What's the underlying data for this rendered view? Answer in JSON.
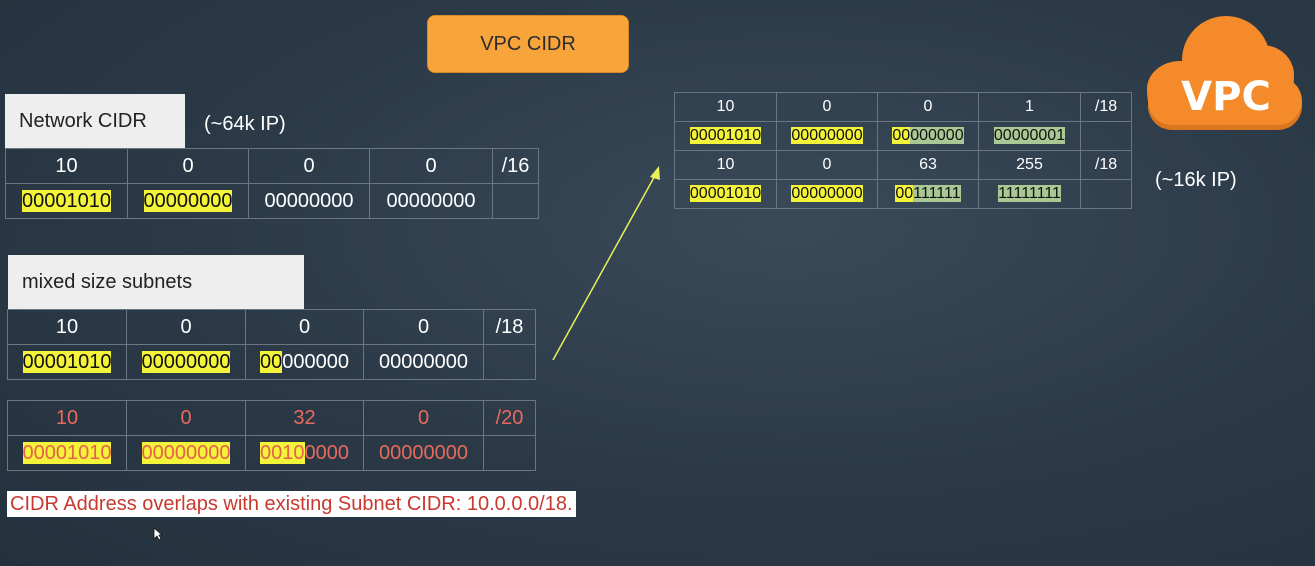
{
  "title": "VPC CIDR",
  "network": {
    "label": "Network CIDR",
    "note": "(~64k IP)",
    "rows": [
      [
        {
          "t": "10"
        },
        {
          "t": "0"
        },
        {
          "t": "0"
        },
        {
          "t": "0"
        },
        {
          "t": "/16"
        }
      ],
      [
        {
          "s": [
            {
              "t": "00001010",
              "h": "y"
            }
          ]
        },
        {
          "s": [
            {
              "t": "00000000",
              "h": "y"
            }
          ]
        },
        {
          "s": [
            {
              "t": "00000000"
            }
          ]
        },
        {
          "s": [
            {
              "t": "00000000"
            }
          ]
        },
        {
          "t": ""
        }
      ]
    ]
  },
  "mixed": {
    "label": "mixed size subnets",
    "table18": [
      [
        {
          "t": "10"
        },
        {
          "t": "0"
        },
        {
          "t": "0"
        },
        {
          "t": "0"
        },
        {
          "t": "/18"
        }
      ],
      [
        {
          "s": [
            {
              "t": "00001010",
              "h": "y"
            }
          ]
        },
        {
          "s": [
            {
              "t": "00000000",
              "h": "y"
            }
          ]
        },
        {
          "s": [
            {
              "t": "00",
              "h": "y"
            },
            {
              "t": "000000"
            }
          ]
        },
        {
          "s": [
            {
              "t": "00000000"
            }
          ]
        },
        {
          "t": ""
        }
      ]
    ],
    "table20": [
      [
        {
          "t": "10"
        },
        {
          "t": "0"
        },
        {
          "t": "32"
        },
        {
          "t": "0"
        },
        {
          "t": "/20"
        }
      ],
      [
        {
          "s": [
            {
              "t": "00001010",
              "h": "ry"
            }
          ]
        },
        {
          "s": [
            {
              "t": "00000000",
              "h": "ry"
            }
          ]
        },
        {
          "s": [
            {
              "t": "0010",
              "h": "ry"
            },
            {
              "t": "0000"
            }
          ]
        },
        {
          "s": [
            {
              "t": "00000000"
            }
          ]
        },
        {
          "t": ""
        }
      ]
    ]
  },
  "range": {
    "note": "(~16k IP)",
    "rows": [
      [
        {
          "t": "10"
        },
        {
          "t": "0"
        },
        {
          "t": "0"
        },
        {
          "t": "1"
        },
        {
          "t": "/18"
        }
      ],
      [
        {
          "s": [
            {
              "t": "00001010",
              "h": "y"
            }
          ]
        },
        {
          "s": [
            {
              "t": "00000000",
              "h": "y"
            }
          ]
        },
        {
          "s": [
            {
              "t": "00",
              "h": "y"
            },
            {
              "t": "000000",
              "h": "g"
            }
          ]
        },
        {
          "s": [
            {
              "t": "00000001",
              "h": "g"
            }
          ]
        },
        {
          "t": ""
        }
      ],
      [
        {
          "t": "10"
        },
        {
          "t": "0"
        },
        {
          "t": "63"
        },
        {
          "t": "255"
        },
        {
          "t": "/18"
        }
      ],
      [
        {
          "s": [
            {
              "t": "00001010",
              "h": "y"
            }
          ]
        },
        {
          "s": [
            {
              "t": "00000000",
              "h": "y"
            }
          ]
        },
        {
          "s": [
            {
              "t": "00",
              "h": "y"
            },
            {
              "t": "111111",
              "h": "g"
            }
          ]
        },
        {
          "s": [
            {
              "t": "11111111",
              "h": "g"
            }
          ]
        },
        {
          "t": ""
        }
      ]
    ]
  },
  "error_message": "CIDR Address overlaps with existing Subnet CIDR: 10.0.0.0/18.",
  "cloud_label": "VPC",
  "colors": {
    "orange": "#f7a53a",
    "highlight_yellow": "#f3f33a",
    "highlight_green": "#a9c894",
    "error_red": "#c8392f",
    "arrow": "#e8f05a"
  }
}
